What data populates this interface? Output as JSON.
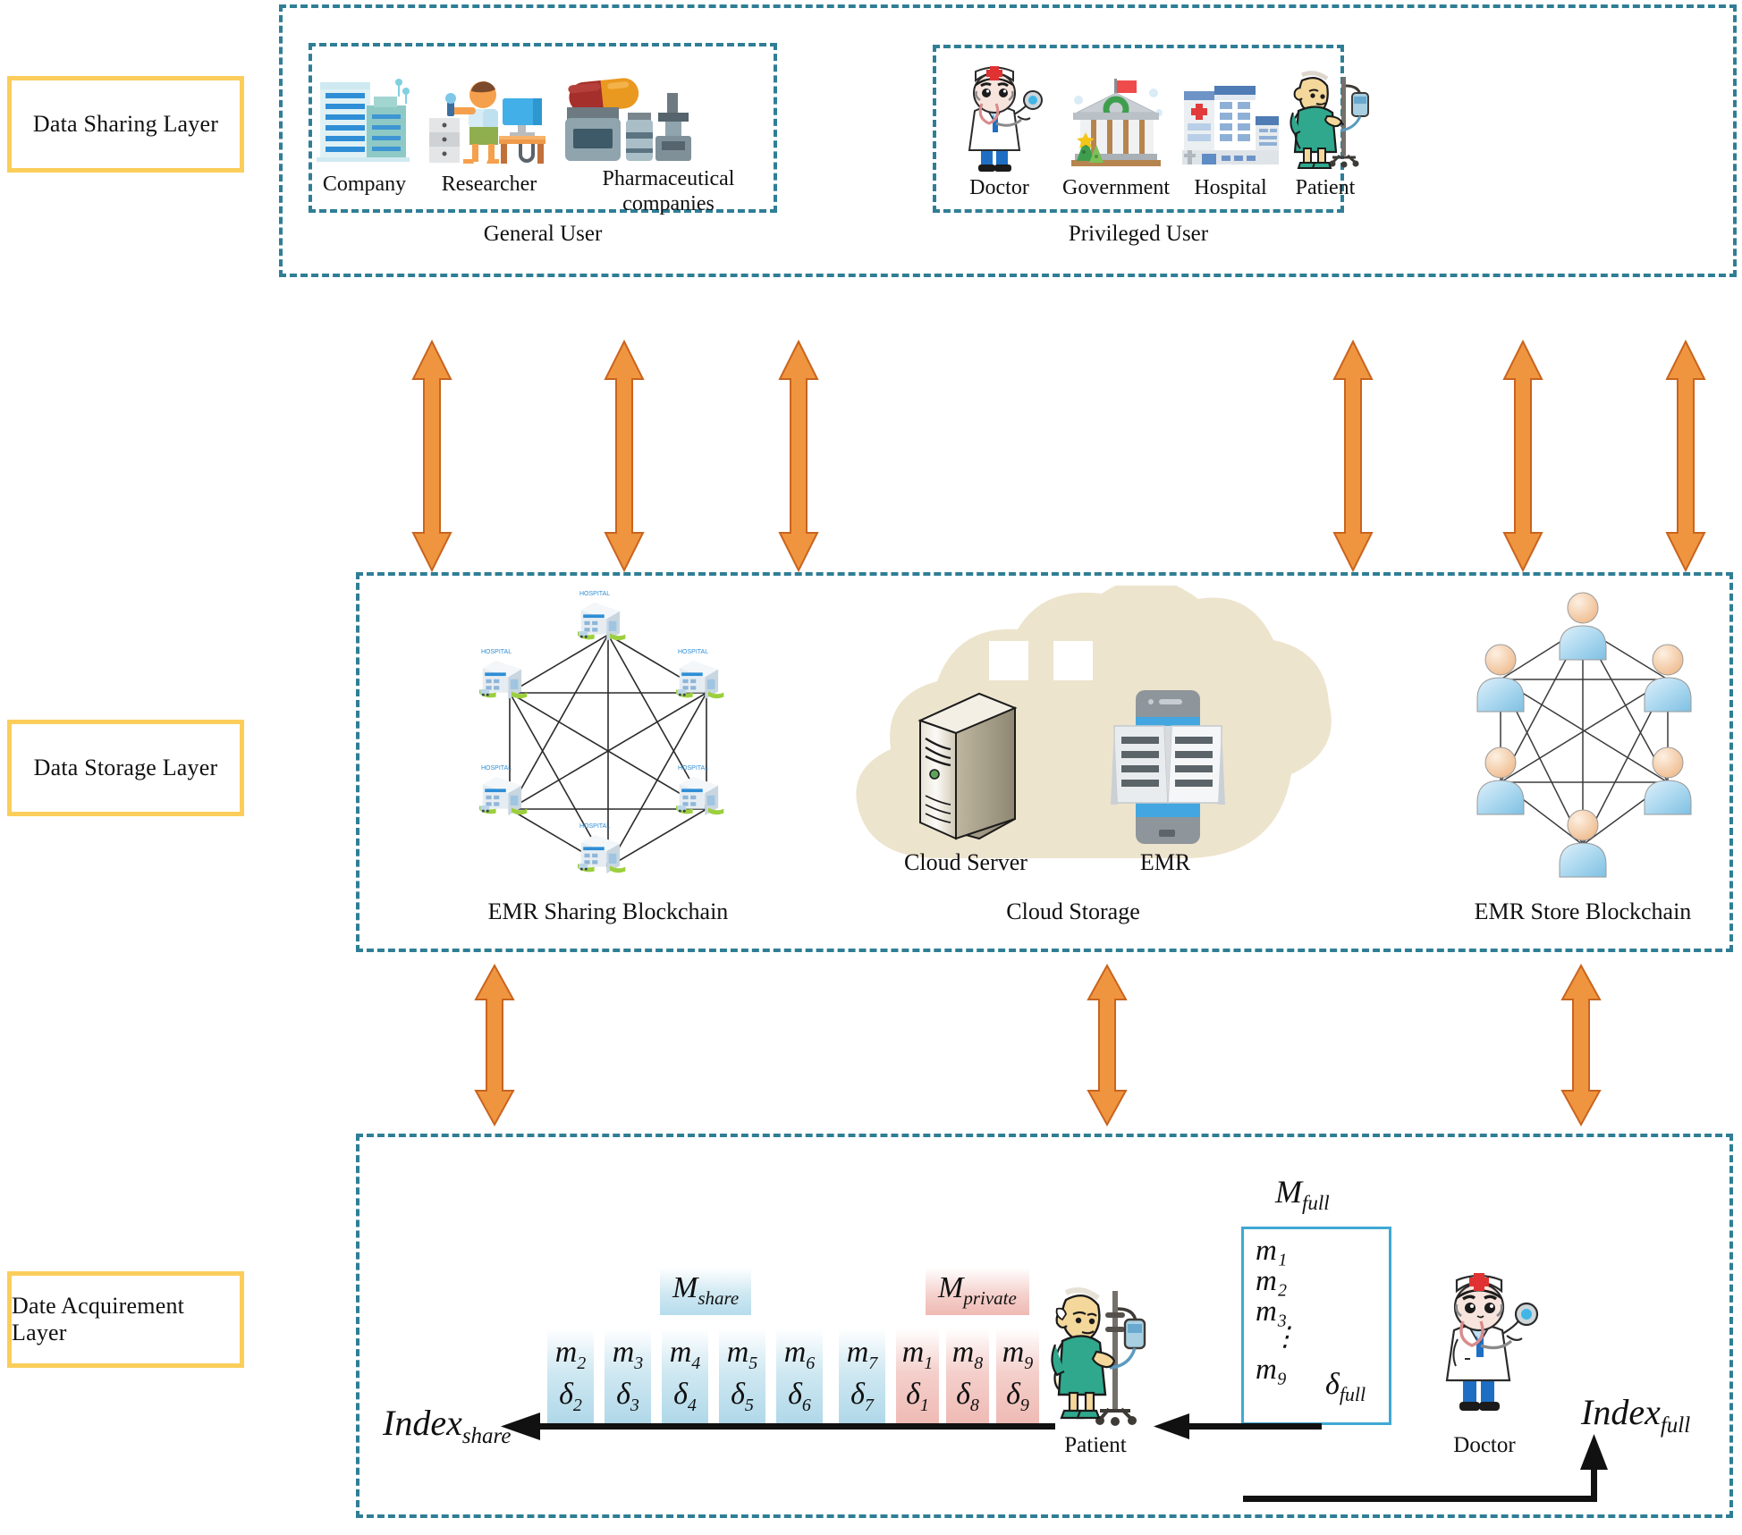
{
  "layers": [
    {
      "id": "data-sharing-layer",
      "label": "Data Sharing Layer"
    },
    {
      "id": "data-storage-layer",
      "label": "Data Storage Layer"
    },
    {
      "id": "date-acquirement-layer",
      "label": "Date Acquirement Layer"
    }
  ],
  "sharing_layer": {
    "general_user": {
      "caption": "General User",
      "items": [
        {
          "icon": "company-building-icon",
          "label": "Company"
        },
        {
          "icon": "researcher-icon",
          "label": "Researcher"
        },
        {
          "icon": "pharmaceutical-icon",
          "label": "Pharmaceutical\ncompanies"
        }
      ]
    },
    "privileged_user": {
      "caption": "Privileged User",
      "items": [
        {
          "icon": "doctor-icon",
          "label": "Doctor"
        },
        {
          "icon": "government-icon",
          "label": "Government"
        },
        {
          "icon": "hospital-icon",
          "label": "Hospital"
        },
        {
          "icon": "patient-icon",
          "label": "Patient"
        }
      ]
    }
  },
  "storage_layer": {
    "nodes": [
      {
        "icon": "hospital-node-network-icon",
        "label": "EMR Sharing Blockchain"
      },
      {
        "icon": "cloud-icon",
        "label": "Cloud Storage"
      },
      {
        "icon": "person-node-network-icon",
        "label": "EMR Store Blockchain"
      }
    ],
    "cloud_items": [
      {
        "icon": "server-tower-icon",
        "label": "Cloud Server"
      },
      {
        "icon": "emr-book-icon",
        "label": "EMR"
      }
    ]
  },
  "acquirement_layer": {
    "m_share": {
      "tag": "M",
      "tag_sub": "share",
      "blocks": [
        {
          "m": "m",
          "m_sub": "2",
          "d": "δ",
          "d_sub": "2"
        },
        {
          "m": "m",
          "m_sub": "3",
          "d": "δ",
          "d_sub": "3"
        },
        {
          "m": "m",
          "m_sub": "4",
          "d": "δ",
          "d_sub": "4"
        },
        {
          "m": "m",
          "m_sub": "5",
          "d": "δ",
          "d_sub": "5"
        },
        {
          "m": "m",
          "m_sub": "6",
          "d": "δ",
          "d_sub": "6"
        },
        {
          "m": "m",
          "m_sub": "7",
          "d": "δ",
          "d_sub": "7"
        }
      ]
    },
    "m_private": {
      "tag": "M",
      "tag_sub": "private",
      "blocks": [
        {
          "m": "m",
          "m_sub": "1",
          "d": "δ",
          "d_sub": "1"
        },
        {
          "m": "m",
          "m_sub": "8",
          "d": "δ",
          "d_sub": "8"
        },
        {
          "m": "m",
          "m_sub": "9",
          "d": "δ",
          "d_sub": "9"
        }
      ]
    },
    "m_full": {
      "tag": "M",
      "tag_sub": "full",
      "rows": [
        "m₁",
        "m₂",
        "m₃",
        "⋮",
        "m₉"
      ],
      "delta": "δ",
      "delta_sub": "full"
    },
    "patient_label": "Patient",
    "doctor_label": "Doctor",
    "index_share": {
      "text": "Index",
      "sub": "share"
    },
    "index_full": {
      "text": "Index",
      "sub": "full"
    }
  },
  "colors": {
    "layer_border": "#FBCE5B",
    "dashed_border": "#2F7E96",
    "arrow_fill": "#F0953F",
    "arrow_stroke": "#C8641F",
    "cloud_fill": "#EDE4CD",
    "mfull_border": "#3FA9D4",
    "share_block": "#AED7E8",
    "private_block": "#EFB9B3"
  }
}
